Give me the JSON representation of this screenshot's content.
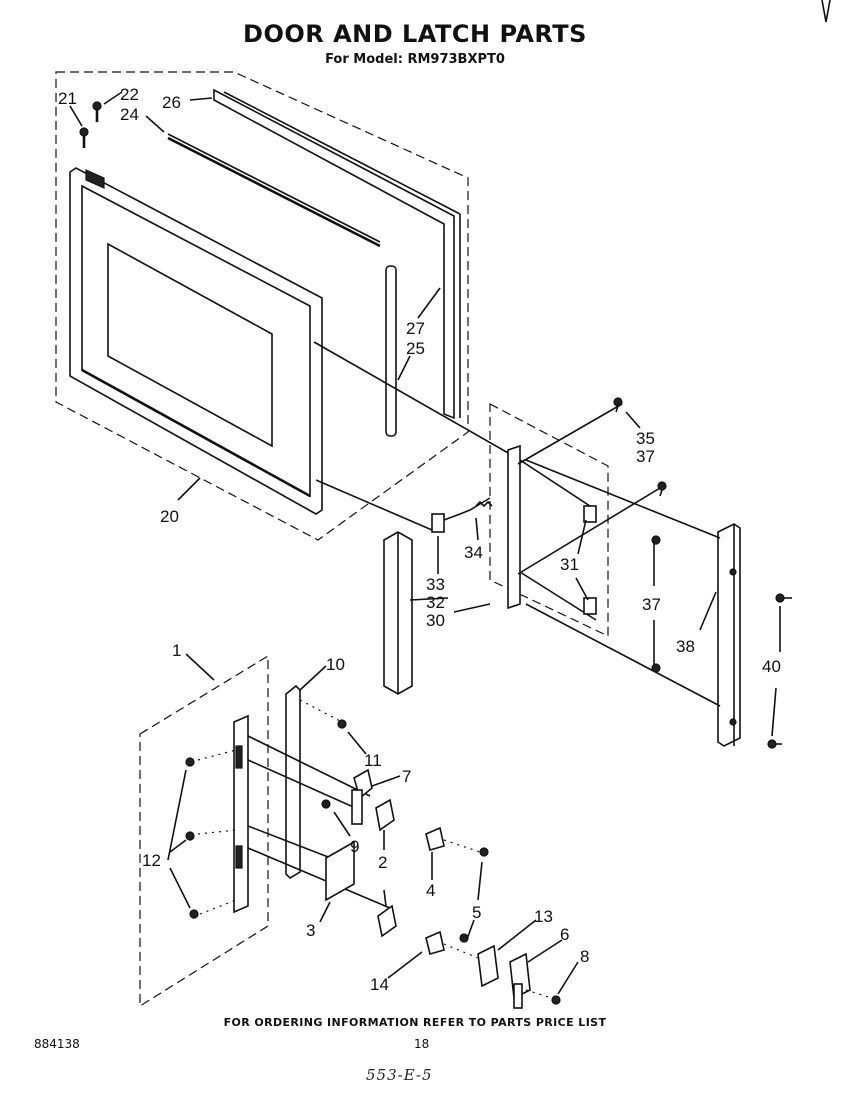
{
  "header": {
    "title": "DOOR AND LATCH PARTS",
    "model": "For Model: RM973BXPT0"
  },
  "callouts": {
    "c1": "1",
    "c2": "2",
    "c3": "3",
    "c4": "4",
    "c5": "5",
    "c6": "6",
    "c7": "7",
    "c8": "8",
    "c9": "9",
    "c10": "10",
    "c11": "11",
    "c12": "12",
    "c13": "13",
    "c14": "14",
    "c20": "20",
    "c21": "21",
    "c22": "22",
    "c24": "24",
    "c25": "25",
    "c26": "26",
    "c27": "27",
    "c30": "30",
    "c31": "31",
    "c32": "32",
    "c33": "33",
    "c34": "34",
    "c35": "35",
    "c37a": "37",
    "c37b": "37",
    "c38": "38",
    "c40": "40"
  },
  "footer": {
    "note": "FOR ORDERING INFORMATION REFER TO PARTS PRICE LIST",
    "doc_number": "884138",
    "page_number": "18",
    "handwritten": "553-E-5"
  }
}
